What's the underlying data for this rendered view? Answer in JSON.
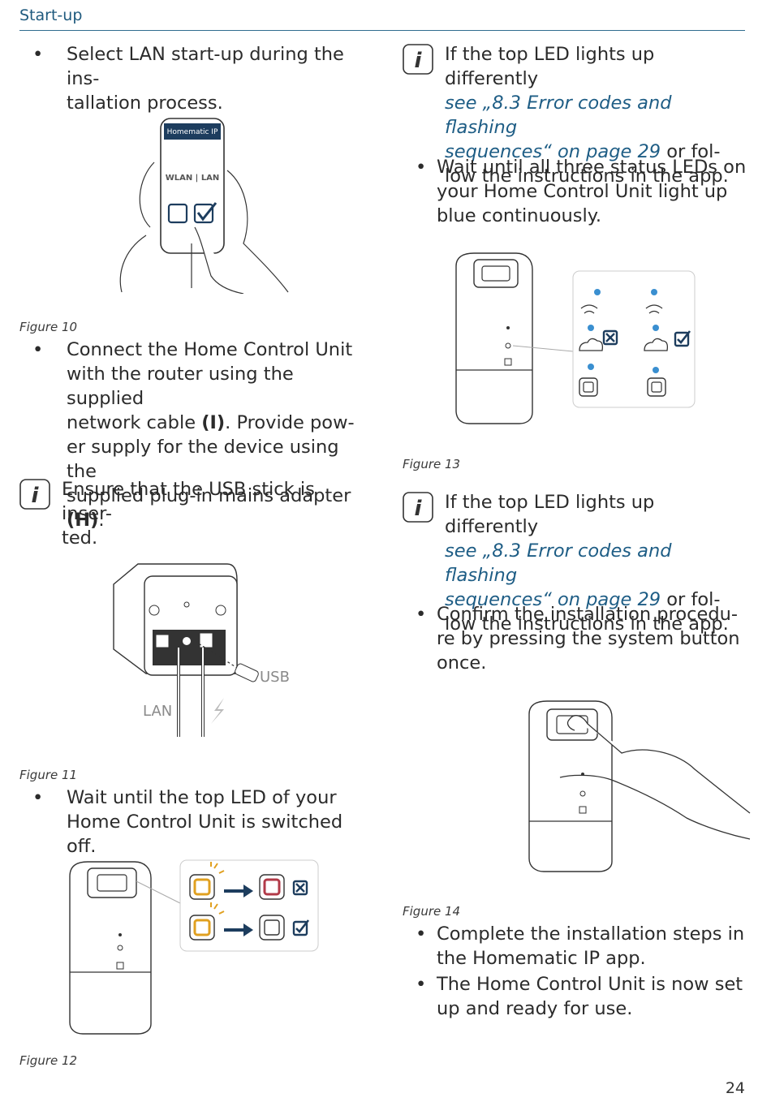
{
  "header": {
    "section": "Start-up"
  },
  "left": {
    "bullet1": "Select LAN start-up during the ins-\ntallation process.",
    "fig10": {
      "app_header": "Homematic IP",
      "mode_label": "WLAN | LAN",
      "caption": "Figure 10"
    },
    "bullet2_a": "Connect the Home Control Unit\nwith the router using the supplied\nnetwork cable ",
    "bullet2_b": "(I)",
    "bullet2_c": ". Provide pow-\ner supply for the device using the\nsupplied plug-in mains adapter ",
    "bullet2_d": "(H)",
    "bullet2_e": ".",
    "info1": "Ensure that the USB stick is inser-\nted.",
    "fig11": {
      "usb_label": "USB",
      "lan_label": "LAN",
      "caption": "Figure 11"
    },
    "bullet3": "Wait until the top LED of your\nHome Control Unit is switched off.",
    "fig12": {
      "caption": "Figure 12"
    }
  },
  "right": {
    "info2_a": "If the top LED lights up differently\n",
    "info2_link": "see „8.3 Error codes and flashing\nsequences“ on page 29",
    "info2_b": " or fol-\nlow the instructions in the app.",
    "bullet4": "Wait until all three status LEDs on\nyour Home Control Unit light up\nblue continuously.",
    "fig13": {
      "caption": "Figure 13"
    },
    "info3_a": "If the top LED lights up differently\n",
    "info3_link": "see „8.3 Error codes and flashing\nsequences“ on page 29",
    "info3_b": " or fol-\nlow the instructions in the app.",
    "bullet5": "Confirm the installation procedu-\nre by pressing the system button\nonce.",
    "fig14": {
      "caption": "Figure 14"
    },
    "bullet6": "Complete the installation steps in\nthe Homematic IP app.",
    "bullet7": "The Home Control Unit is now set\nup and ready for use."
  },
  "page_number": "24",
  "icons": [
    "info-icon",
    "arrow-right-icon",
    "check-box-icon",
    "cross-box-icon",
    "wifi-icon",
    "cloud-icon",
    "led-flash-icon"
  ],
  "colors": {
    "accent": "#1f5a7e",
    "led_blue": "#3a8fd0",
    "led_orange": "#e0a020",
    "led_red": "#b23a48",
    "navy": "#1d3d5e"
  }
}
